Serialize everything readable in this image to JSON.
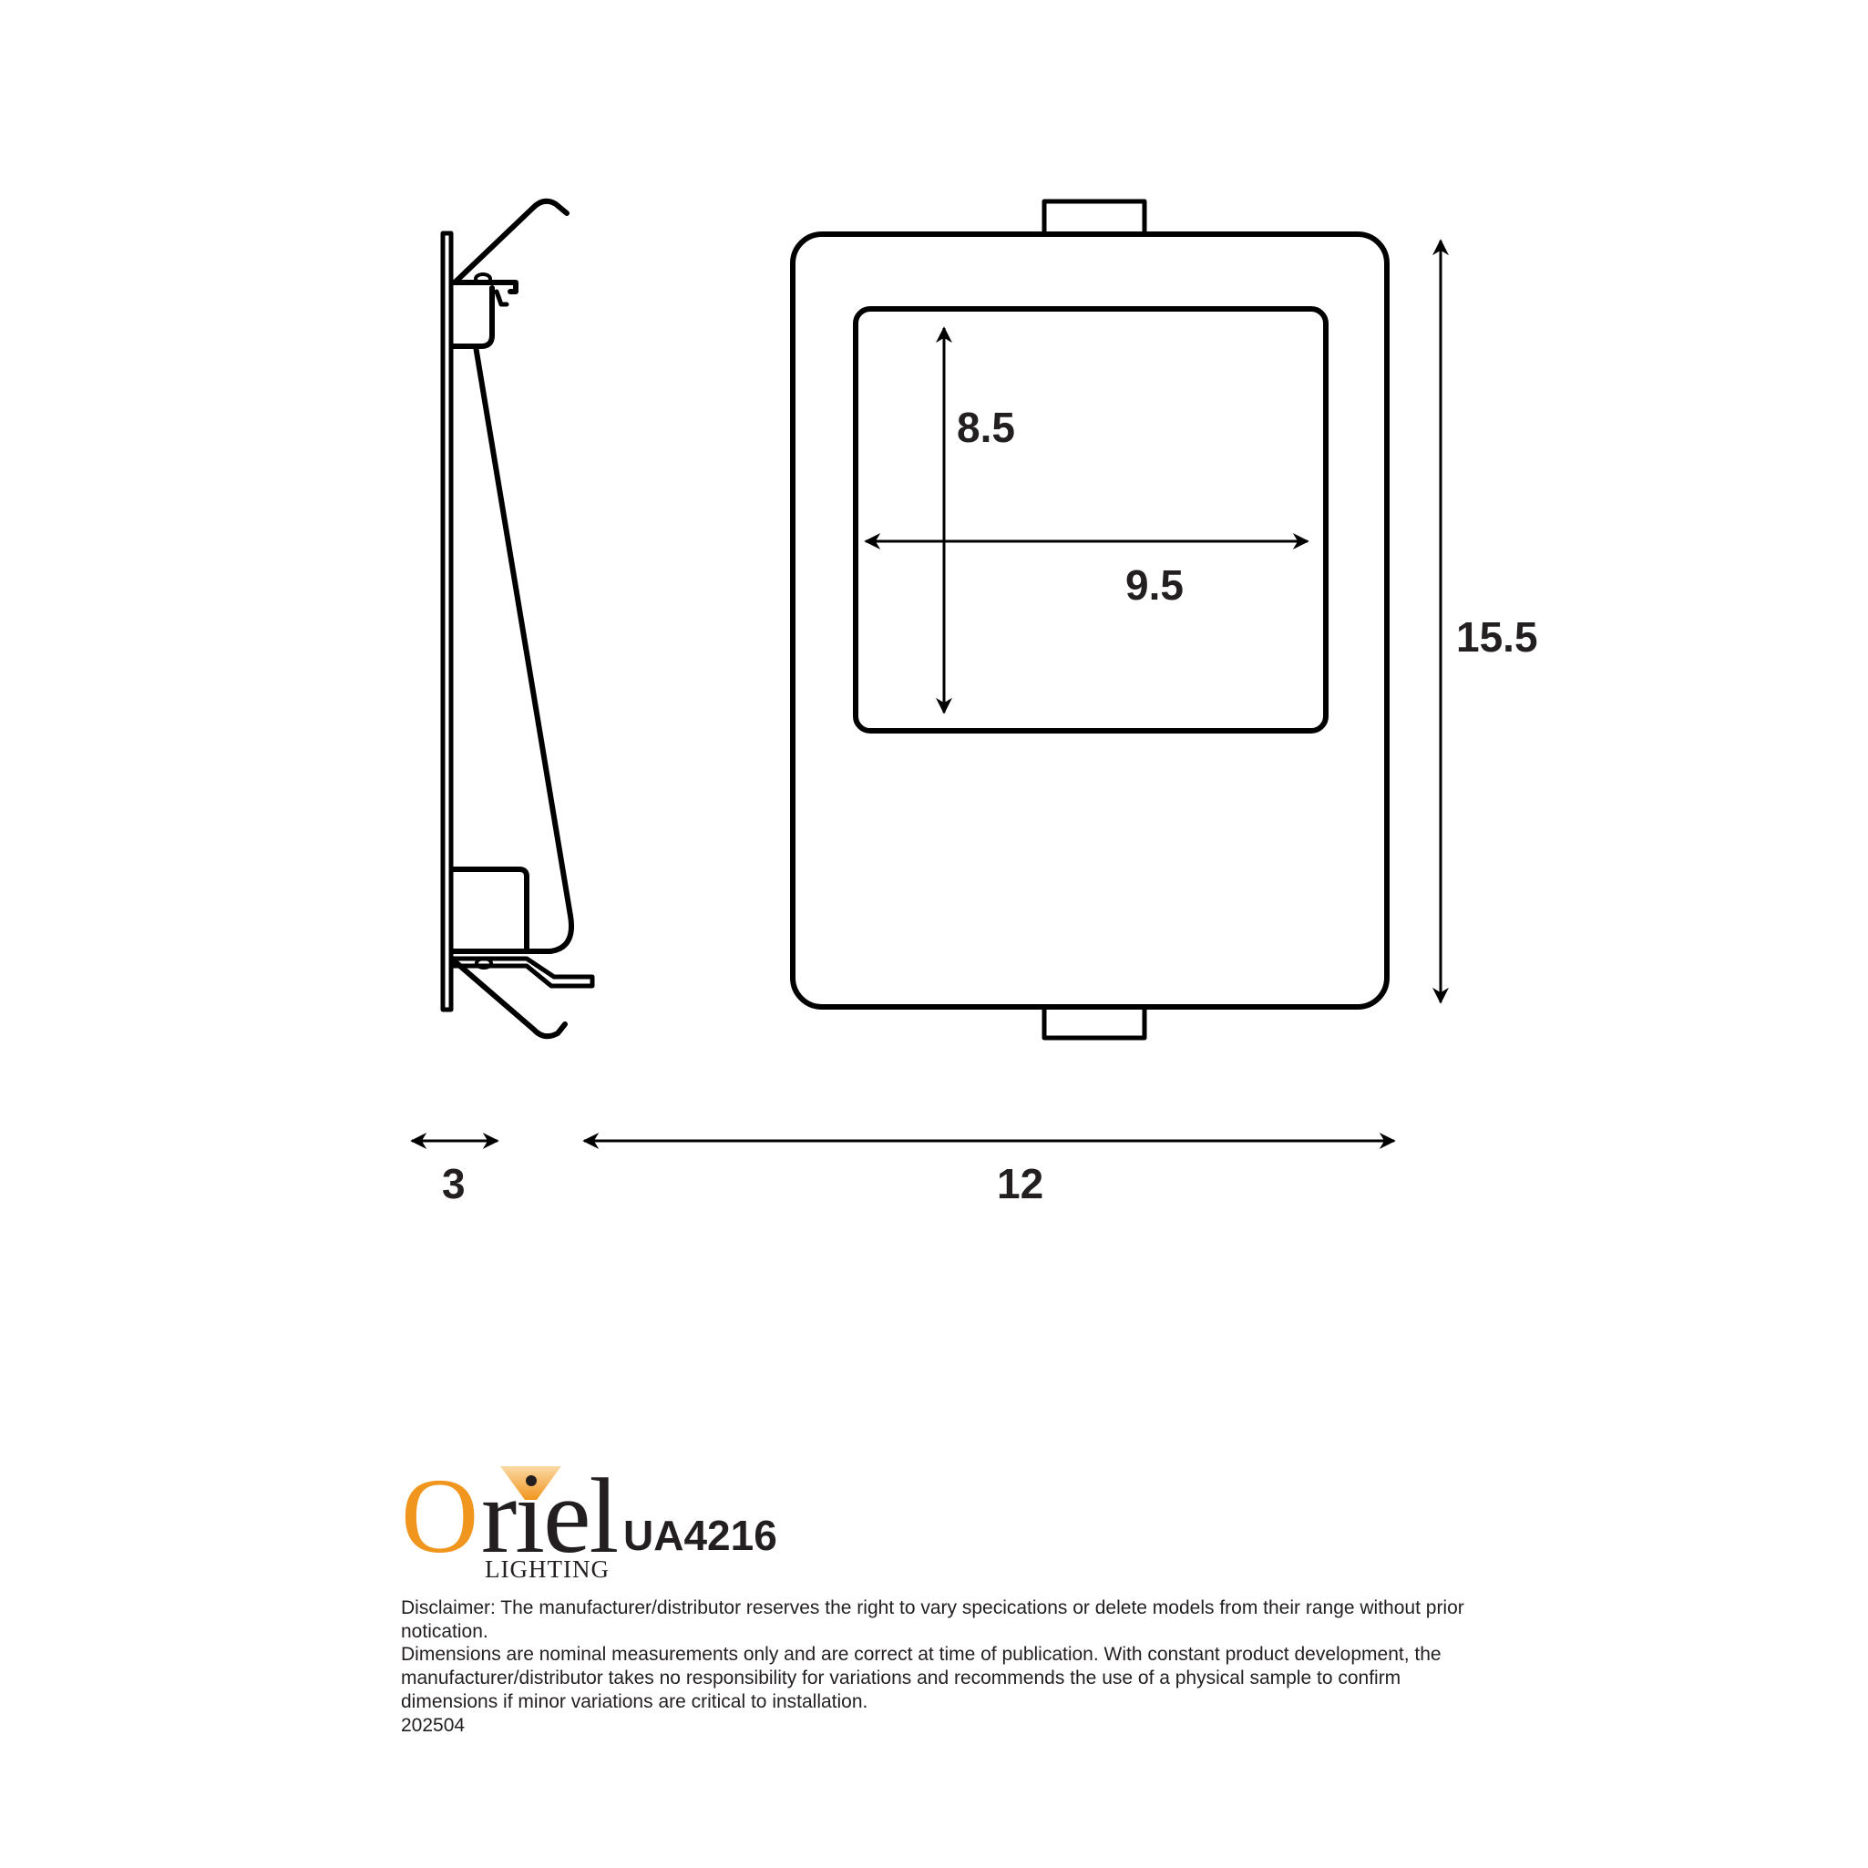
{
  "product": {
    "model": "UA4216",
    "brand_name": "Oriel",
    "brand_sub": "LIGHTING",
    "brand_colors": {
      "accent": "#f0961e",
      "text": "#231f20"
    }
  },
  "drawing": {
    "side_view": {
      "depth_label": "3"
    },
    "front_view": {
      "width_label": "12",
      "height_label": "15.5",
      "aperture_height_label": "8.5",
      "aperture_width_label": "9.5"
    },
    "units_note": ""
  },
  "disclaimer": {
    "lines": [
      "Disclaimer: The manufacturer/distributor reserves the right to vary specications or delete models from their range without prior",
      "notication.",
      "Dimensions are nominal measurements only and are correct at time of publication. With constant product development, the",
      "manufacturer/distributor takes no responsibility for variations and recommends the use of a physical sample to confirm",
      "dimensions if minor variations are critical to installation.",
      "202504"
    ]
  }
}
